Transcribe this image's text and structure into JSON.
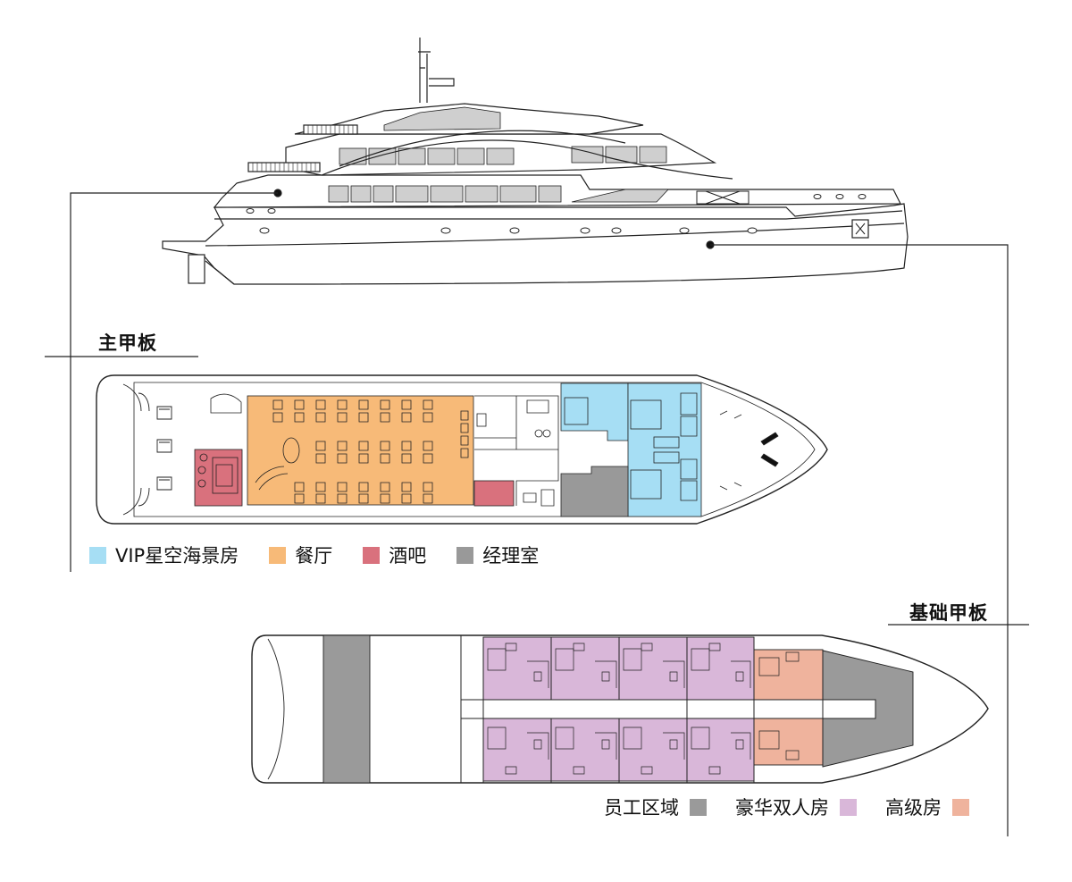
{
  "colors": {
    "vip": "#a6def4",
    "dining": "#f7ba78",
    "bar": "#d9717d",
    "manager": "#999999",
    "staff": "#9a9a9a",
    "deluxe_double": "#d9b7d9",
    "premium": "#efb39d",
    "line": "#222222"
  },
  "main_deck": {
    "title": "主甲板",
    "legend": [
      {
        "label": "VIP星空海景房",
        "color_key": "vip"
      },
      {
        "label": "餐厅",
        "color_key": "dining"
      },
      {
        "label": "酒吧",
        "color_key": "bar"
      },
      {
        "label": "经理室",
        "color_key": "manager"
      }
    ]
  },
  "base_deck": {
    "title": "基础甲板",
    "legend": [
      {
        "label": "员工区域",
        "color_key": "staff"
      },
      {
        "label": "豪华双人房",
        "color_key": "deluxe_double"
      },
      {
        "label": "高级房",
        "color_key": "premium"
      }
    ]
  }
}
